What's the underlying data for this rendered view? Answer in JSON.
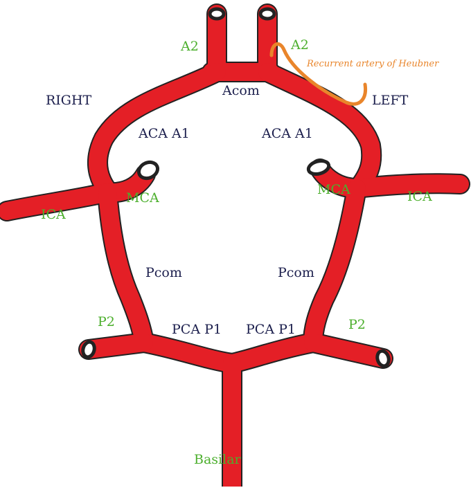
{
  "diagram": {
    "colors": {
      "artery": "#e41f26",
      "outline": "#222222",
      "heubner": "#e9852b",
      "side_label": "#1c1f4d",
      "segment_label": "#1c1f4d",
      "branch_label": "#4caf2d"
    },
    "side_labels": {
      "right": "RIGHT",
      "left": "LEFT"
    },
    "labels": {
      "acom": "Acom",
      "aca_a1_right": "ACA A1",
      "aca_a1_left": "ACA A1",
      "pcom_right": "Pcom",
      "pcom_left": "Pcom",
      "pca_p1_right": "PCA P1",
      "pca_p1_left": "PCA P1",
      "a2_right": "A2",
      "a2_left": "A2",
      "mca_right": "MCA",
      "mca_left": "MCA",
      "ica_right": "ICA",
      "ica_left": "ICA",
      "p2_right": "P2",
      "p2_left": "P2",
      "basilar": "Basilar",
      "heubner": "Recurrent artery of Heubner"
    }
  }
}
